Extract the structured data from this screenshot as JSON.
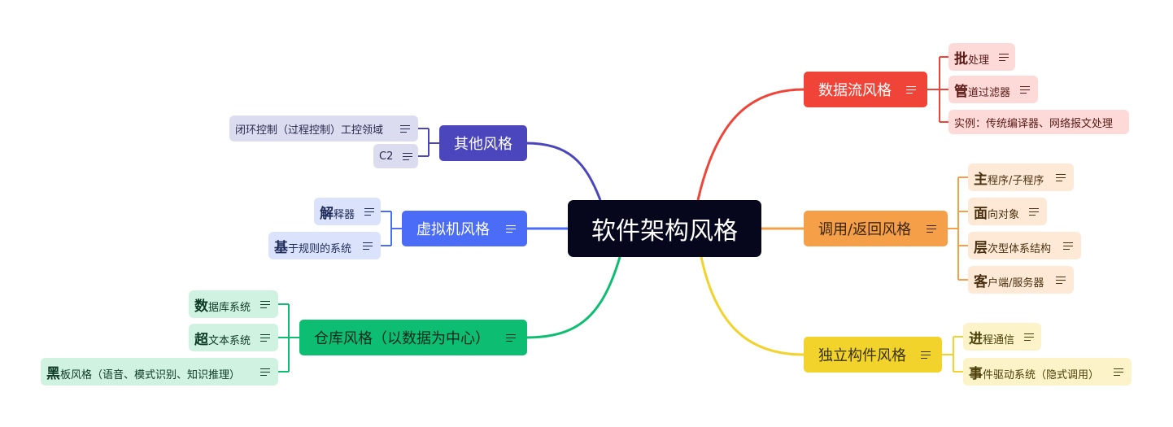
{
  "root": {
    "label": "软件架构风格"
  },
  "branches": {
    "dataflow": {
      "label": "数据流风格",
      "color": "#f04438",
      "leaves": [
        {
          "big": "批",
          "rest": "处理"
        },
        {
          "big": "管",
          "rest": "道过滤器"
        },
        {
          "big": "",
          "rest": "实例：传统编译器、网络报文处理"
        }
      ]
    },
    "callreturn": {
      "label": "调用/返回风格",
      "color": "#f5a049",
      "leaves": [
        {
          "big": "主",
          "rest": "程序/子程序"
        },
        {
          "big": "面",
          "rest": "向对象"
        },
        {
          "big": "层",
          "rest": "次型体系结构"
        },
        {
          "big": "客",
          "rest": "户端/服务器"
        }
      ]
    },
    "independent": {
      "label": "独立构件风格",
      "color": "#f2d32c",
      "leaves": [
        {
          "big": "进",
          "rest": "程通信"
        },
        {
          "big": "事",
          "rest": "件驱动系统（隐式调用）"
        }
      ]
    },
    "other": {
      "label": "其他风格",
      "color": "#4c46bd",
      "leaves": [
        {
          "big": "",
          "rest": "闭环控制（过程控制）工控领域"
        },
        {
          "big": "",
          "rest": "C2"
        }
      ]
    },
    "vm": {
      "label": "虚拟机风格",
      "color": "#4a6cf7",
      "leaves": [
        {
          "big": "解",
          "rest": "释器"
        },
        {
          "big": "基",
          "rest": "于规则的系统"
        }
      ]
    },
    "repo": {
      "label": "仓库风格（以数据为中心）",
      "color": "#0dbd72",
      "leaves": [
        {
          "big": "数",
          "rest": "据库系统"
        },
        {
          "big": "超",
          "rest": "文本系统"
        },
        {
          "big": "黑",
          "rest": "板风格（语音、模式识别、知识推理）"
        }
      ]
    }
  }
}
